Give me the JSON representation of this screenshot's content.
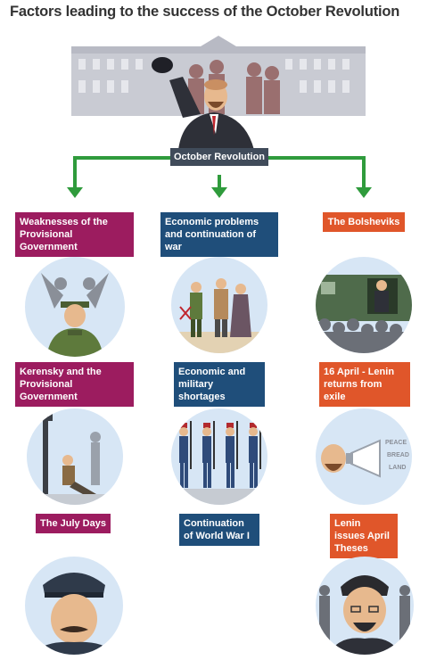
{
  "title": "Factors leading to the success of the October Revolution",
  "hero": {
    "label": "October Revolution"
  },
  "colors": {
    "purple": "#9c1c5f",
    "blue": "#1f4e7a",
    "orange": "#e0562a",
    "arrow_green": "#2f9b3c",
    "center_label": "#404b5a",
    "circle_bg": "#d7e6f5"
  },
  "columns": [
    {
      "heading": "Weaknesses of the Provisional Government",
      "items": [
        "Kerensky and the Provisional Government",
        "The July Days"
      ]
    },
    {
      "heading": "Economic problems and continuation of war",
      "items": [
        "Economic and military shortages",
        "Continuation of World War I"
      ]
    },
    {
      "heading": "The Bolsheviks",
      "items": [
        "16 April - Lenin returns from exile",
        "Lenin issues April Theses"
      ]
    }
  ],
  "illustrations": {
    "theses_words": [
      "PEACE",
      "BREAD",
      "LAND"
    ]
  }
}
